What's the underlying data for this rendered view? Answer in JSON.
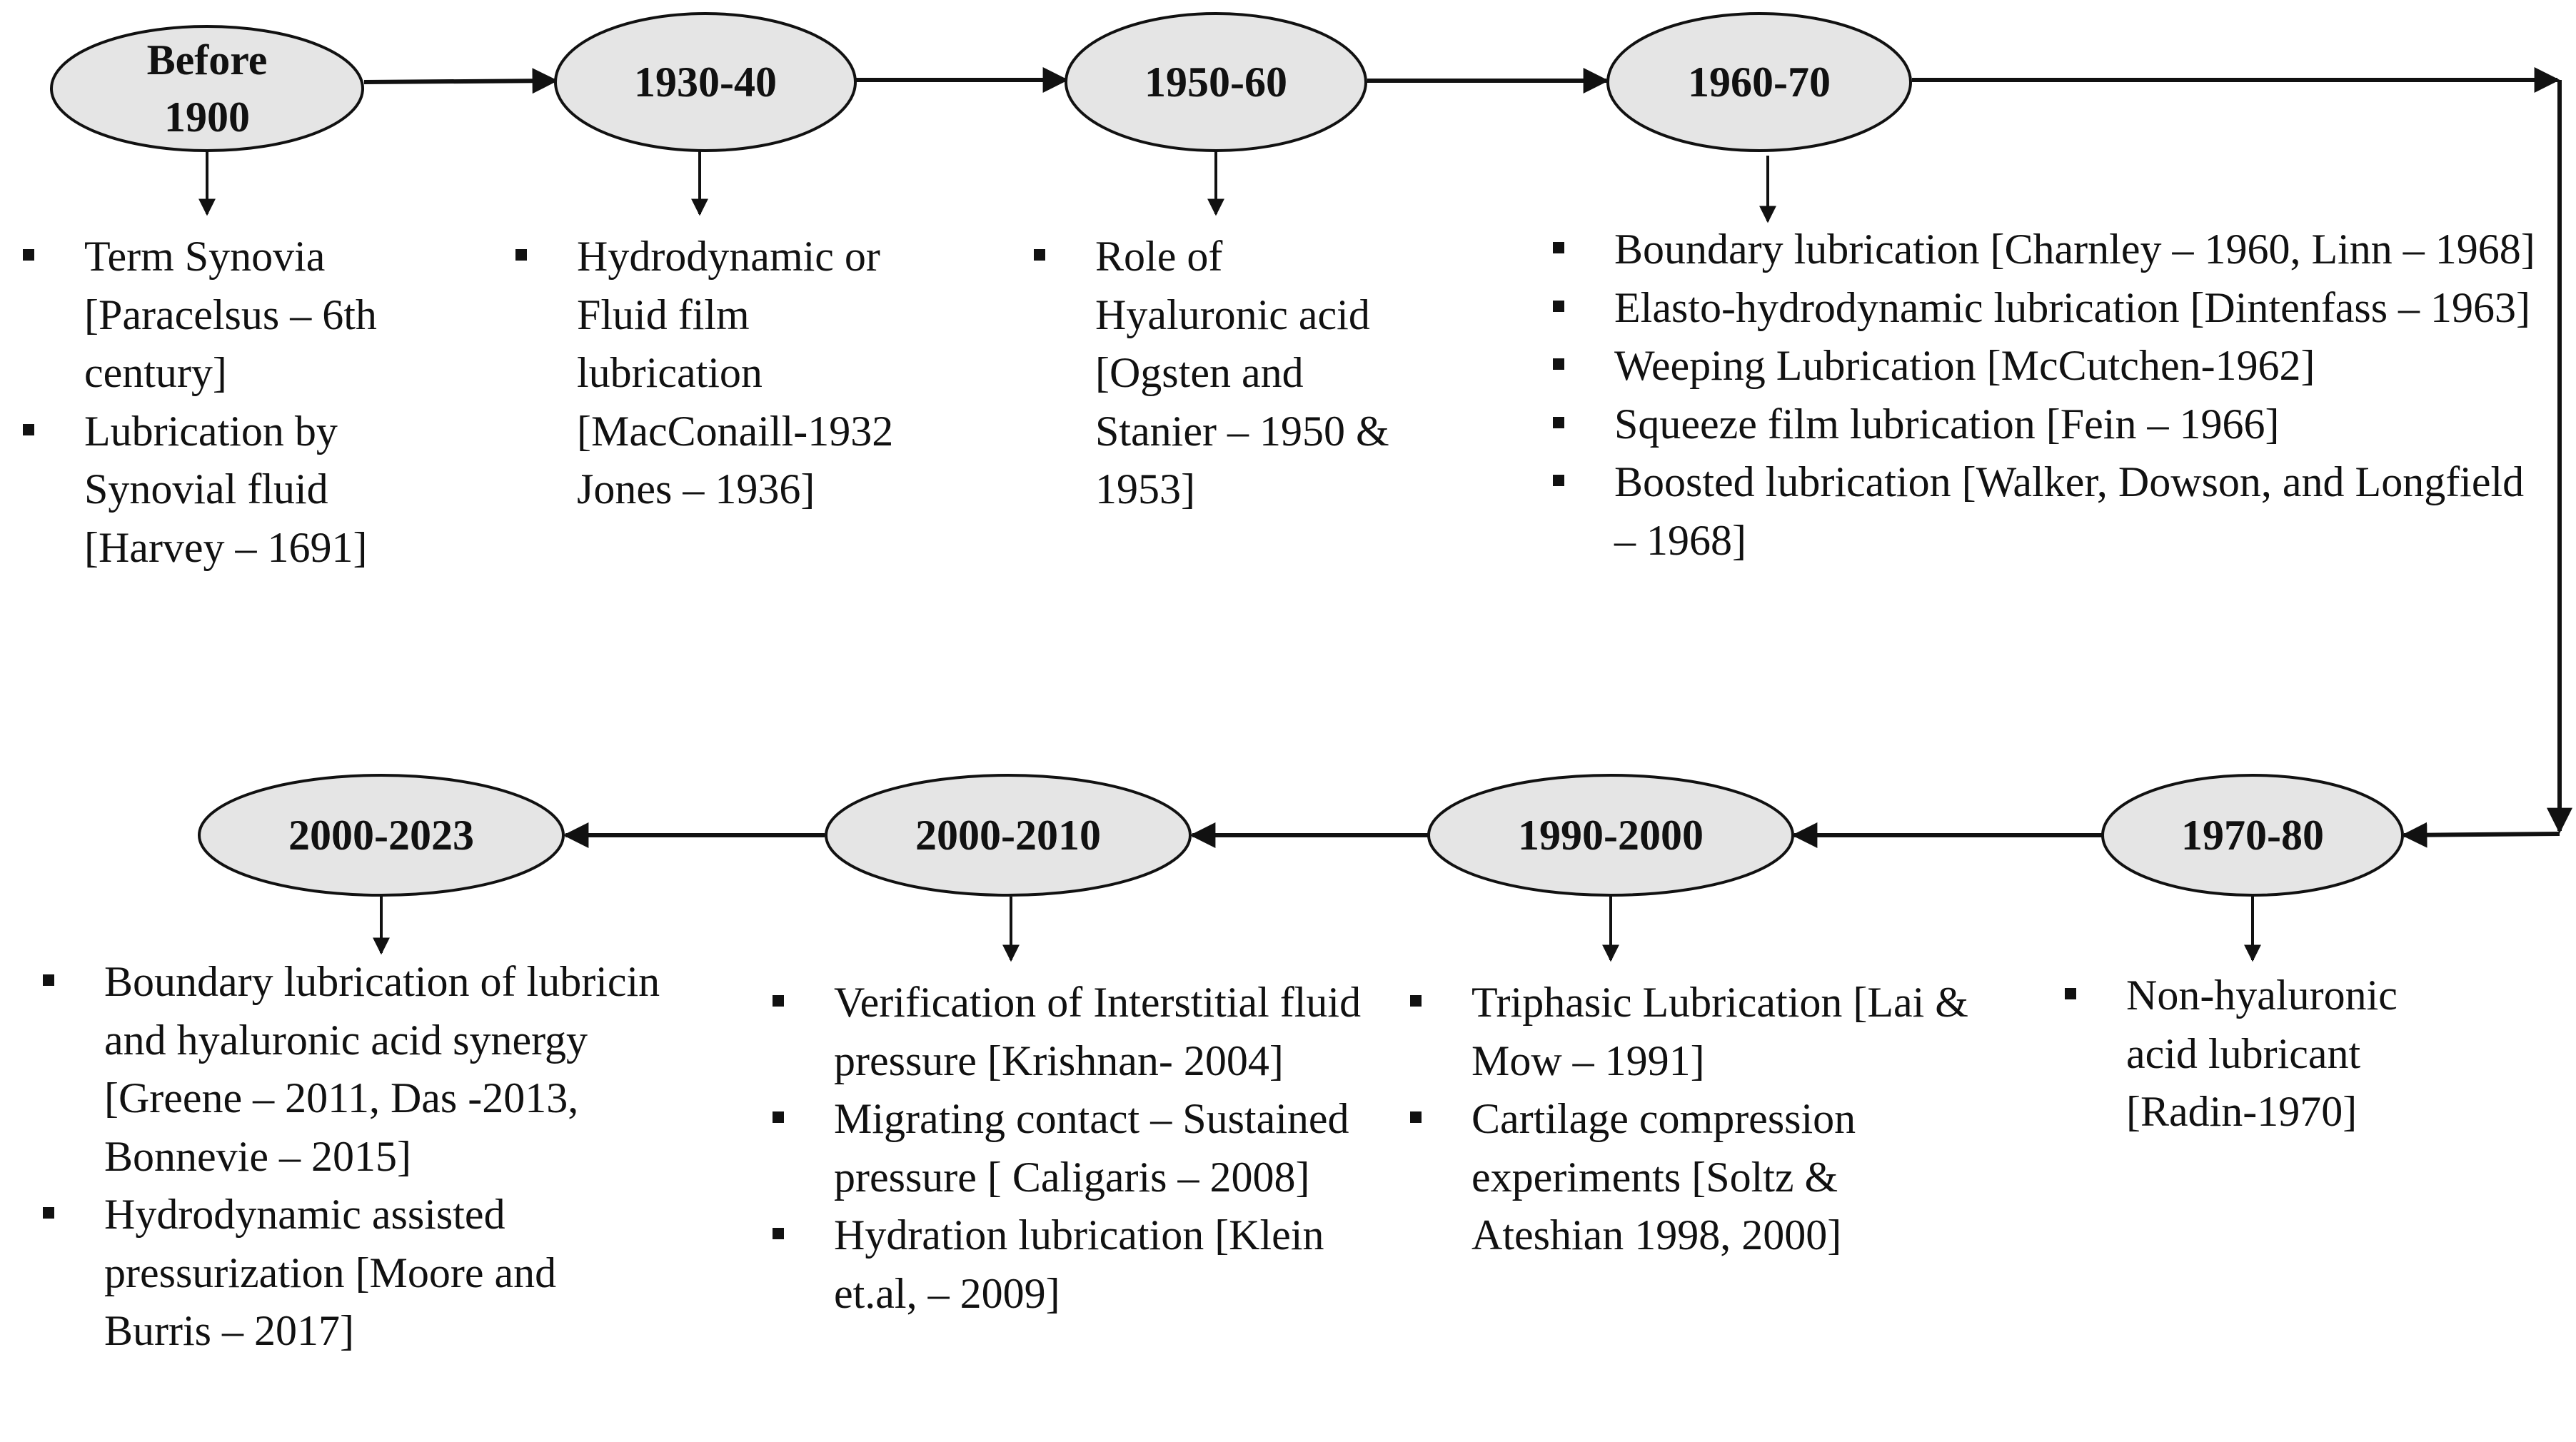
{
  "colors": {
    "node_fill": "#e5e5e5",
    "stroke": "#111111"
  },
  "nodes": [
    {
      "id": "before-1900",
      "label": "Before 1900",
      "items": [
        "Term Synovia [Paracelsus – 6th century]",
        "Lubrication by Synovial fluid [Harvey – 1691]"
      ]
    },
    {
      "id": "1930-40",
      "label": "1930-40",
      "items": [
        "Hydrodynamic or Fluid film lubrication [MacConaill-1932 Jones – 1936]"
      ]
    },
    {
      "id": "1950-60",
      "label": "1950-60",
      "items": [
        "Role of Hyaluronic acid [Ogsten and Stanier – 1950 & 1953]"
      ]
    },
    {
      "id": "1960-70",
      "label": "1960-70",
      "items": [
        "Boundary lubrication [Charnley – 1960, Linn – 1968]",
        "Elasto-hydrodynamic lubrication [Dintenfass – 1963]",
        "Weeping Lubrication [McCutchen-1962]",
        "Squeeze film lubrication [Fein – 1966]",
        "Boosted lubrication [Walker, Dowson, and Longfield – 1968]"
      ]
    },
    {
      "id": "1970-80",
      "label": "1970-80",
      "items": [
        "Non-hyaluronic acid lubricant [Radin-1970]"
      ]
    },
    {
      "id": "1990-2000",
      "label": "1990-2000",
      "items": [
        "Triphasic Lubrication [Lai & Mow – 1991]",
        "Cartilage compression experiments [Soltz & Ateshian 1998, 2000]"
      ]
    },
    {
      "id": "2000-2010",
      "label": "2000-2010",
      "items": [
        "Verification of Interstitial fluid pressure [Krishnan- 2004]",
        "Migrating contact – Sustained pressure [ Caligaris – 2008]",
        "Hydration lubrication [Klein et.al, – 2009]"
      ]
    },
    {
      "id": "2000-2023",
      "label": "2000-2023",
      "items": [
        "Boundary lubrication of lubricin and hyaluronic acid synergy [Greene – 2011, Das -2013, Bonnevie – 2015]",
        "Hydrodynamic assisted pressurization [Moore and Burris – 2017]"
      ]
    }
  ]
}
